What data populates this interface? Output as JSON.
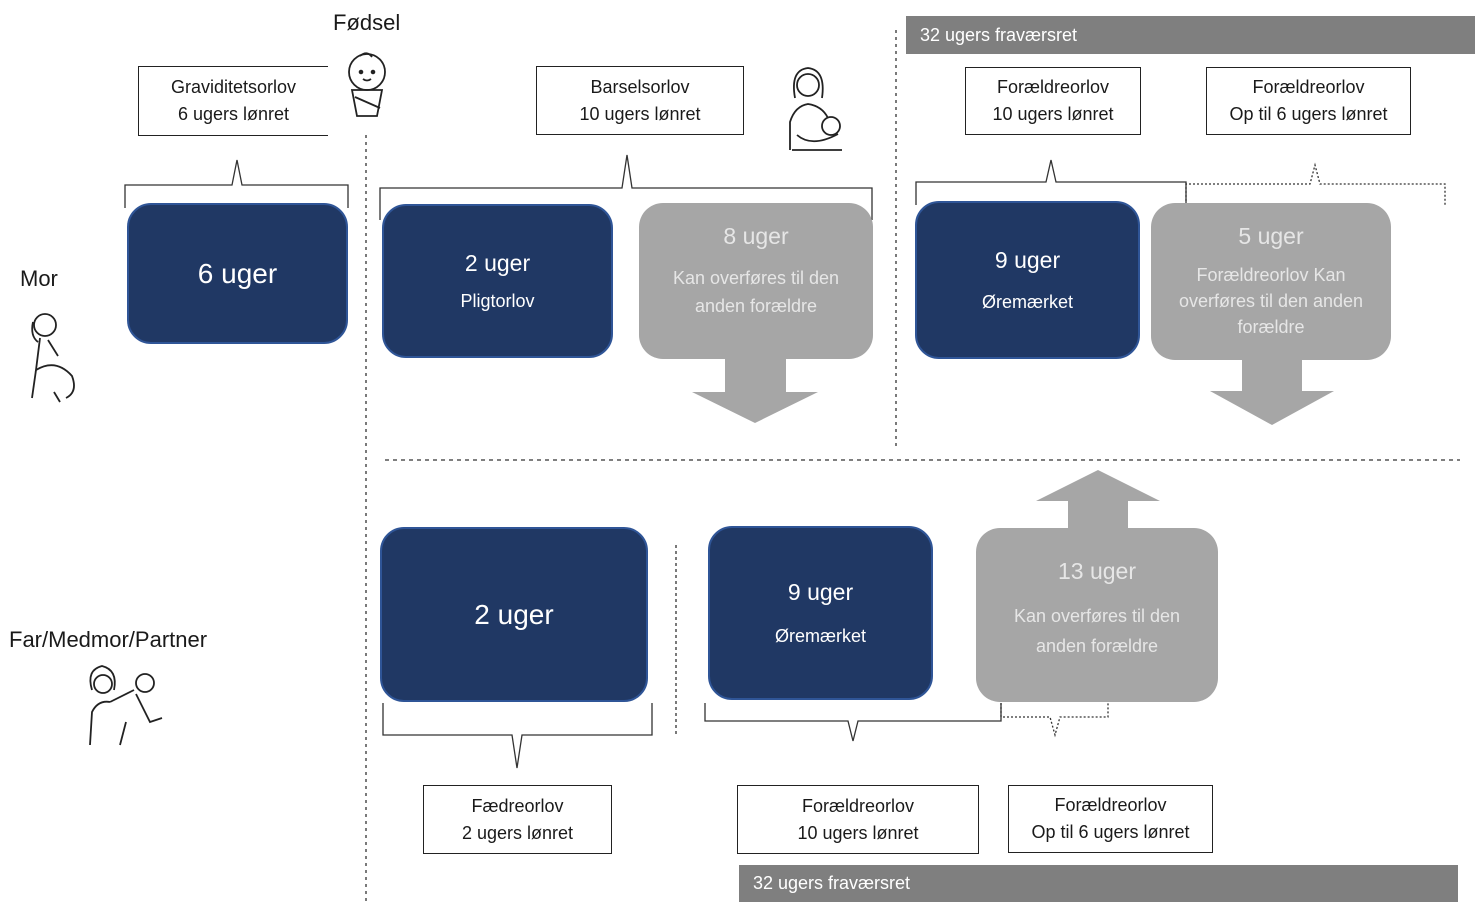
{
  "birth": {
    "label": "Fødsel"
  },
  "mother": {
    "label": "Mor",
    "blocks": [
      {
        "weeks": "6 uger",
        "sub": ""
      },
      {
        "weeks": "2 uger",
        "sub": "Pligtorlov"
      },
      {
        "weeks": "8 uger",
        "sub": "Kan overføres til den anden forældre"
      },
      {
        "weeks": "9 uger",
        "sub": "Øremærket"
      },
      {
        "weeks": "5 uger",
        "sub": "Forældreorlov Kan overføres til den anden forældre"
      }
    ],
    "labels": [
      {
        "title": "Graviditetsorlov",
        "sub": "6 ugers lønret"
      },
      {
        "title": "Barselsorlov",
        "sub": "10 ugers lønret"
      },
      {
        "title": "Forældreorlov",
        "sub": "10 ugers lønret"
      },
      {
        "title": "Forældreorlov",
        "sub": "Op til 6 ugers lønret"
      }
    ],
    "absence_bar": "32 ugers fraværsret"
  },
  "partner": {
    "label": "Far/Medmor/Partner",
    "blocks": [
      {
        "weeks": "2 uger",
        "sub": ""
      },
      {
        "weeks": "9 uger",
        "sub": "Øremærket"
      },
      {
        "weeks": "13 uger",
        "sub": "Kan overføres til den anden forældre"
      }
    ],
    "labels": [
      {
        "title": "Fædreorlov",
        "sub": "2 ugers lønret"
      },
      {
        "title": "Forældreorlov",
        "sub": "10 ugers lønret"
      },
      {
        "title": "Forældreorlov",
        "sub": "Op til 6 ugers lønret"
      }
    ],
    "absence_bar": "32 ugers fraværsret"
  },
  "colors": {
    "navy": "#203864",
    "grey": "#a6a6a6",
    "bar": "#7f7f7f"
  },
  "icons": [
    "baby-icon",
    "mother-with-baby-icon",
    "pregnant-woman-icon",
    "parent-with-child-icon"
  ]
}
